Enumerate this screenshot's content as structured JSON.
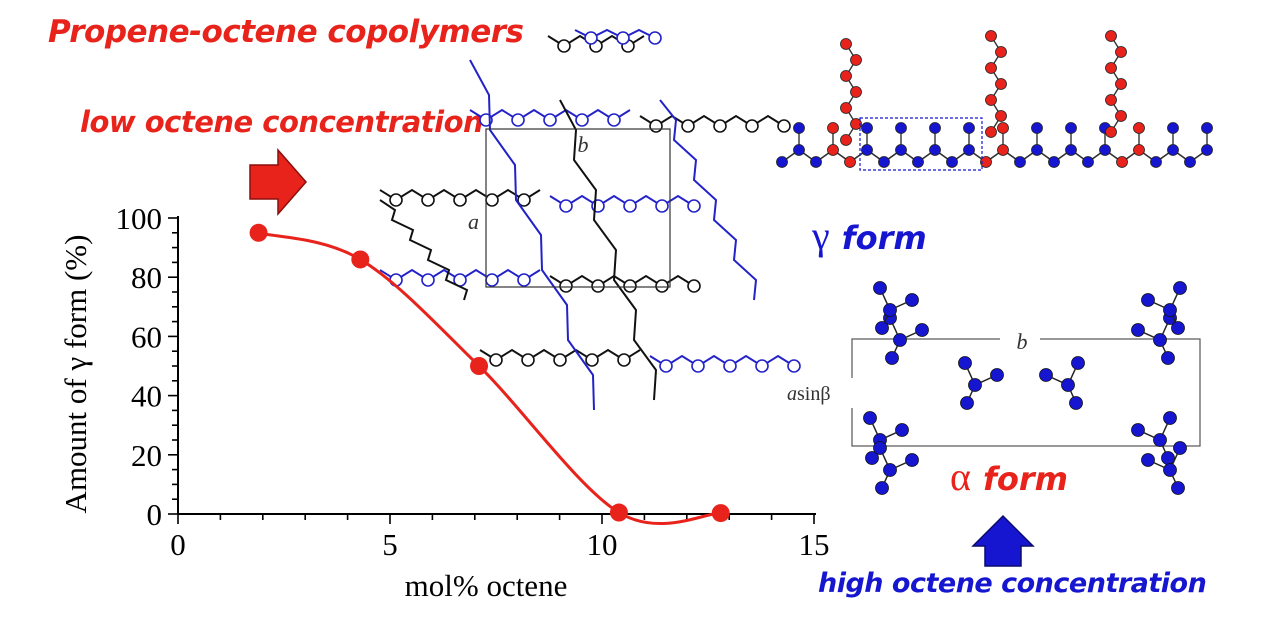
{
  "title": "Propene-octene copolymers",
  "labels": {
    "low": "low octene concentration",
    "high": "high octene concentration",
    "gamma_symbol": "γ",
    "gamma_form": "form",
    "alpha_symbol": "α",
    "alpha_form": "form",
    "cell_a": "a",
    "cell_b": "b",
    "alpha_cell_b": "b",
    "alpha_cell_a": "a",
    "alpha_cell_a_suffix": "sinβ"
  },
  "colors": {
    "red": "#e8231c",
    "blue": "#1616d0",
    "black": "#000000",
    "chain_blue": "#2222c8"
  },
  "chart_data": {
    "type": "line",
    "title": "",
    "xlabel": "mol% octene",
    "ylabel": "Amount of γ form (%)",
    "xlim": [
      0,
      15
    ],
    "ylim": [
      0,
      100
    ],
    "xticks": [
      0,
      5,
      10,
      15
    ],
    "yticks": [
      0,
      20,
      40,
      60,
      80,
      100
    ],
    "series": [
      {
        "points": [
          {
            "x": 1.9,
            "y": 95
          },
          {
            "x": 4.3,
            "y": 86
          },
          {
            "x": 7.1,
            "y": 50
          },
          {
            "x": 10.4,
            "y": 0.5
          },
          {
            "x": 12.8,
            "y": 0.3
          }
        ],
        "color": "#e8231c"
      }
    ]
  }
}
